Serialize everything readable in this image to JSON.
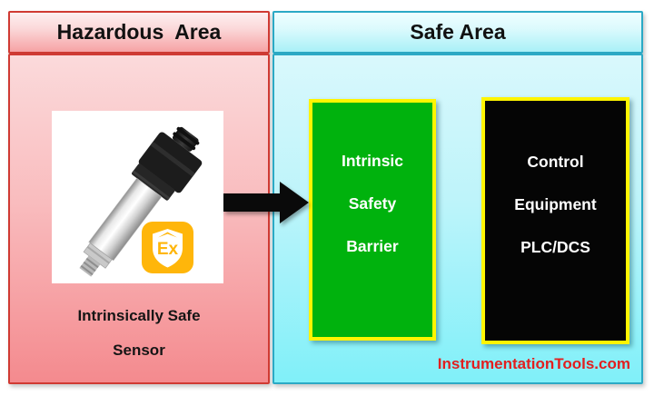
{
  "diagram": {
    "hazardous_area": {
      "title": "Hazardous  Area",
      "sensor_caption_line1": "Intrinsically Safe",
      "sensor_caption_line2": "Sensor",
      "ex_badge_text": "Ex"
    },
    "safe_area": {
      "title": "Safe Area",
      "barrier_box": {
        "lines": [
          "Intrinsic",
          "Safety",
          "Barrier"
        ]
      },
      "control_box": {
        "lines": [
          "Control",
          "Equipment",
          "PLC/DCS"
        ]
      },
      "watermark": "InstrumentationTools.com"
    },
    "colors": {
      "hazardous_fill_top": "#fbdadb",
      "hazardous_fill_bottom": "#f48a8e",
      "hazardous_border": "#d03a33",
      "safe_fill_top": "#d9f8fc",
      "safe_fill_bottom": "#80f0f9",
      "safe_border": "#2ba9c5",
      "barrier_green": "#00b20d",
      "control_black": "#050505",
      "box_border_yellow": "#fff500",
      "ex_badge_amber": "#ffb60a",
      "arrow_black": "#0a0a0a",
      "watermark_red": "#e21f1f"
    }
  }
}
